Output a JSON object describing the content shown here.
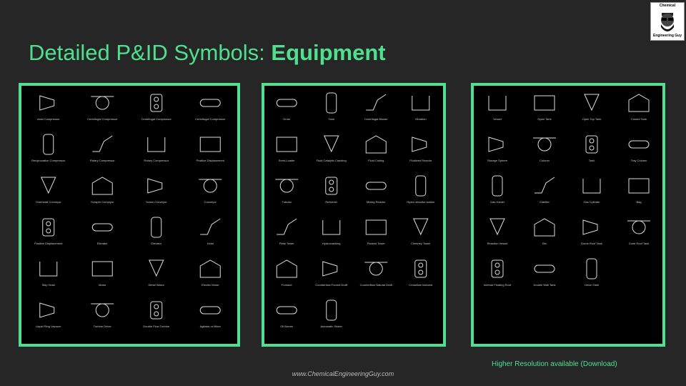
{
  "slide": {
    "title_regular": "Detailed P&ID Symbols: ",
    "title_bold": "Equipment",
    "footer": "www.ChemicalEngineeringGuy.com",
    "hires_note": "Higher Resolution available (Download)",
    "logo_top": "Chemical",
    "logo_bottom": "Engineering Guy"
  },
  "colors": {
    "accent": "#4ee08e",
    "background": "#262626",
    "panel_bg": "#000000"
  },
  "panels": [
    {
      "name": "rotating-equipment",
      "labels": [
        "Axial Compressor",
        "Centrifugal Compressor",
        "Centrifugal Compressor",
        "Centrifugal Compressor",
        "Reciprocation Compressor",
        "Rotary Compressor",
        "Rotary Compressor",
        "Positive Displacement",
        "Overhead Conveyor",
        "Scraper Conveyor",
        "Screw Conveyor",
        "Conveyor",
        "Positive Displacement",
        "Elevator",
        "Elevator",
        "Hoist",
        "Skip Hoist",
        "Motor",
        "Diesel Motor",
        "Electric Motor",
        "Liquid Ring Vacuum",
        "Turbine Driver",
        "Double Flow Turbine",
        "Agitator or Mixer"
      ]
    },
    {
      "name": "process-equipment",
      "labels": [
        "Drum",
        "Tank",
        "Centrifugal Blower",
        "Vibration",
        "Semi-Loader",
        "Fluid Catalytic Cracking",
        "Fluid Coking",
        "Fluidized Reactor",
        "Tubular",
        "Reformer",
        "Mixing Reactor",
        "Hydro desulfur ization",
        "Plate Tower",
        "Hydrocracking",
        "Packed Tower",
        "Chimney Tower",
        "Furnace",
        "Countertiow Forced Draft",
        "Counterflow Natural Draft",
        "Crossflow Induced",
        "Oil Burner",
        "Automatic Stoker"
      ]
    },
    {
      "name": "vessels-tanks",
      "labels": [
        "Vessel",
        "Open Tank",
        "Open Top Tank",
        "Closed Tank",
        "Storage Sphere",
        "Column",
        "Tank",
        "Tray Column",
        "Gas Holder",
        "Clarifier",
        "Gas Cylinder",
        "Bag",
        "Reaction Vessel",
        "Bin",
        "Dome Roof Tank",
        "Cone Roof Tank",
        "Internal Floating Roof",
        "Double Wall Tank",
        "Onion Tank"
      ]
    }
  ]
}
